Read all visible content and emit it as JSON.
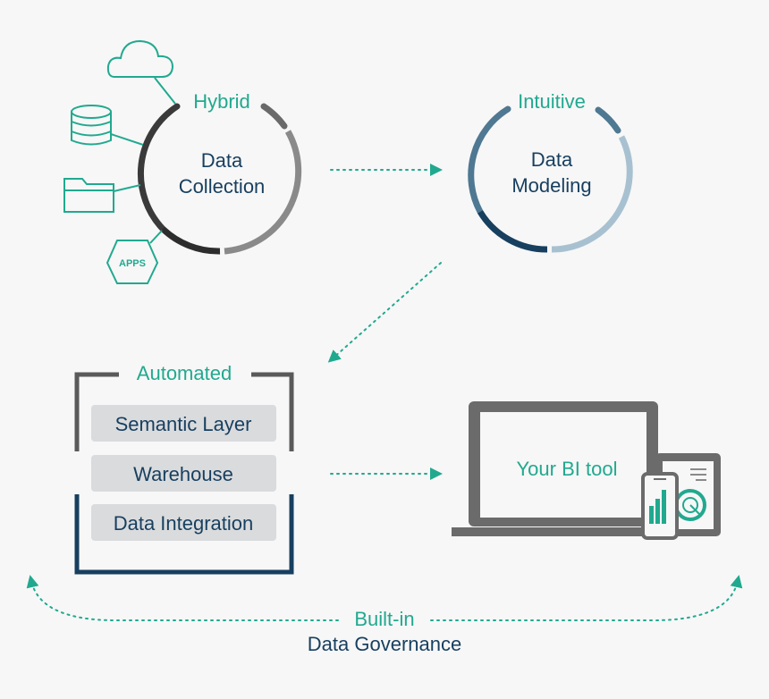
{
  "colors": {
    "background": "#f7f7f7",
    "teal": "#21a98f",
    "navy": "#173f5f",
    "dark_gray": "#3d3d3d",
    "mid_gray": "#8a8a8a",
    "light_box": "#dadbdd",
    "steel_blue": "#4f7892",
    "light_blue": "#a8c1d1"
  },
  "collection": {
    "accent": "Hybrid",
    "line1": "Data",
    "line2": "Collection",
    "apps_label": "APPS",
    "icons": [
      "cloud-icon",
      "database-icon",
      "folder-icon",
      "apps-hexagon-icon"
    ]
  },
  "modeling": {
    "accent": "Intuitive",
    "line1": "Data",
    "line2": "Modeling"
  },
  "stack": {
    "accent": "Automated",
    "layers": [
      "Semantic Layer",
      "Warehouse",
      "Data Integration"
    ]
  },
  "bi": {
    "label": "Your BI tool",
    "icons": [
      "laptop-icon",
      "tablet-icon",
      "phone-icon",
      "bar-chart-icon",
      "donut-chart-icon"
    ]
  },
  "governance": {
    "line1": "Built-in",
    "line2": "Data Governance"
  }
}
